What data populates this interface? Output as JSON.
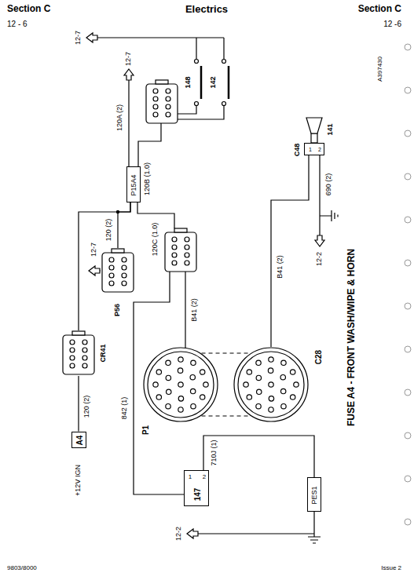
{
  "diagram": {
    "title": "FUSE A4 - FRONT WASH/WIPE & HORN",
    "nodes": [
      {
        "text": [
          "CR41"
        ]
      },
      {
        "text": [
          "A4"
        ]
      },
      {
        "text": [
          "P56"
        ]
      },
      {
        "text": [
          "P15A4"
        ]
      },
      {
        "text": [
          "P1"
        ]
      },
      {
        "text": [
          "C28"
        ]
      },
      {
        "text": [
          "C48",
          "1",
          "2"
        ]
      },
      {
        "text": [
          "2",
          "1",
          "147"
        ]
      },
      {
        "text": [
          "PES1"
        ]
      }
    ],
    "edges": [
      {
        "from": 1,
        "to": 0,
        "label": "120 (2)",
        "arrow": "none"
      },
      {
        "from": 2,
        "to": 3,
        "label": "120 (2)",
        "arrow": "none"
      },
      {
        "from": 0,
        "to": 3,
        "arrow": "none"
      },
      {
        "from": 4,
        "to": 5,
        "arrow": "none"
      },
      {
        "from": 4,
        "to": 5,
        "arrow": "none"
      },
      {
        "from": 5,
        "to": 6,
        "label": "B41 (2)",
        "arrow": "none"
      },
      {
        "from": 7,
        "to": 8,
        "label": "710J (1)",
        "arrow": "none"
      }
    ],
    "labels": [
      "Section C",
      "Electrics",
      "Section C",
      "12 - 6",
      "12 -6",
      "A397430",
      "12-7",
      "148",
      "142",
      "12-7",
      "120A (2)",
      "120B (1.0)",
      "120C (1.0)",
      "12-7",
      "+12V IGN",
      "B41 (2)",
      "842 (1)",
      "141",
      "690 (2)",
      "12-2",
      "12-2",
      "9803/8000",
      "Issue 2"
    ]
  }
}
